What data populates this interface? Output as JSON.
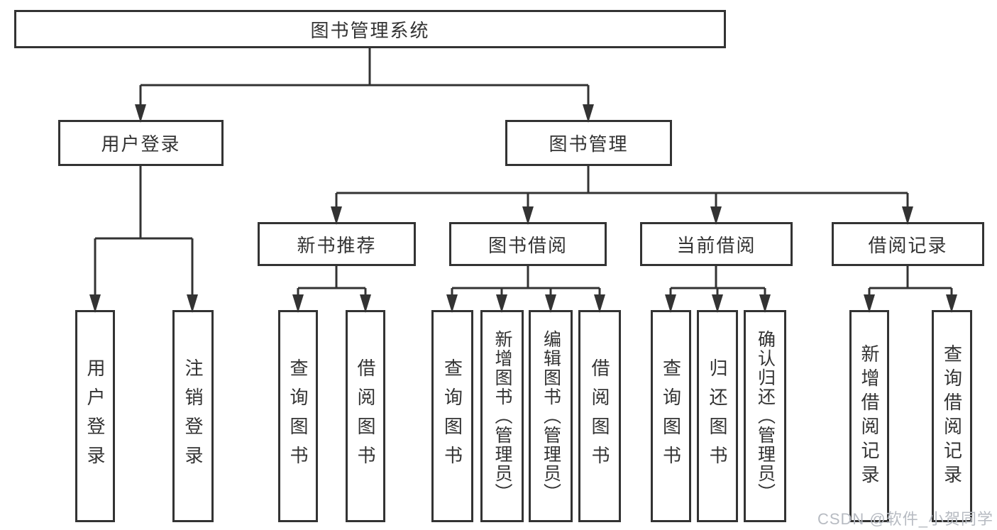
{
  "watermark": "CSDN @软件_小贺同学",
  "colors": {
    "line": "#333333",
    "box_border": "#333333",
    "text": "#333333",
    "watermark": "#b7bbc2",
    "background": "#ffffff"
  },
  "tree": {
    "root": "图书管理系统",
    "level2": [
      {
        "label": "用户登录",
        "leaves": [
          "用户登录",
          "注销登录"
        ]
      },
      {
        "label": "图书管理",
        "sections": [
          {
            "label": "新书推荐",
            "leaves": [
              "查询图书",
              "借阅图书"
            ]
          },
          {
            "label": "图书借阅",
            "leaves": [
              "查询图书",
              "新增图书（管理员）",
              "编辑图书（管理员）",
              "借阅图书"
            ]
          },
          {
            "label": "当前借阅",
            "leaves": [
              "查询图书",
              "归还图书",
              "确认归还（管理员）"
            ]
          },
          {
            "label": "借阅记录",
            "leaves": [
              "新增借阅记录",
              "查询借阅记录"
            ]
          }
        ]
      }
    ]
  }
}
